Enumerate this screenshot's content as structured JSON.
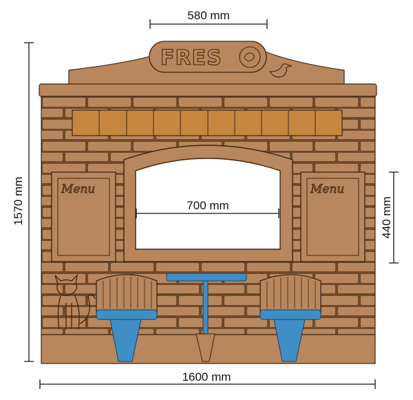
{
  "dimensions": {
    "top_width": "580 mm",
    "total_height": "1570 mm",
    "total_width": "1600 mm",
    "window_width": "700 mm",
    "menu_height": "440 mm"
  },
  "product": {
    "logo_text": "FRES",
    "menu_left": "Menu",
    "menu_right": "Menu"
  },
  "colors": {
    "brick": "#b9875d",
    "mortar": "#6e4a2c",
    "plank": "#c7863f",
    "seat_blue": "#3f8fc6"
  }
}
